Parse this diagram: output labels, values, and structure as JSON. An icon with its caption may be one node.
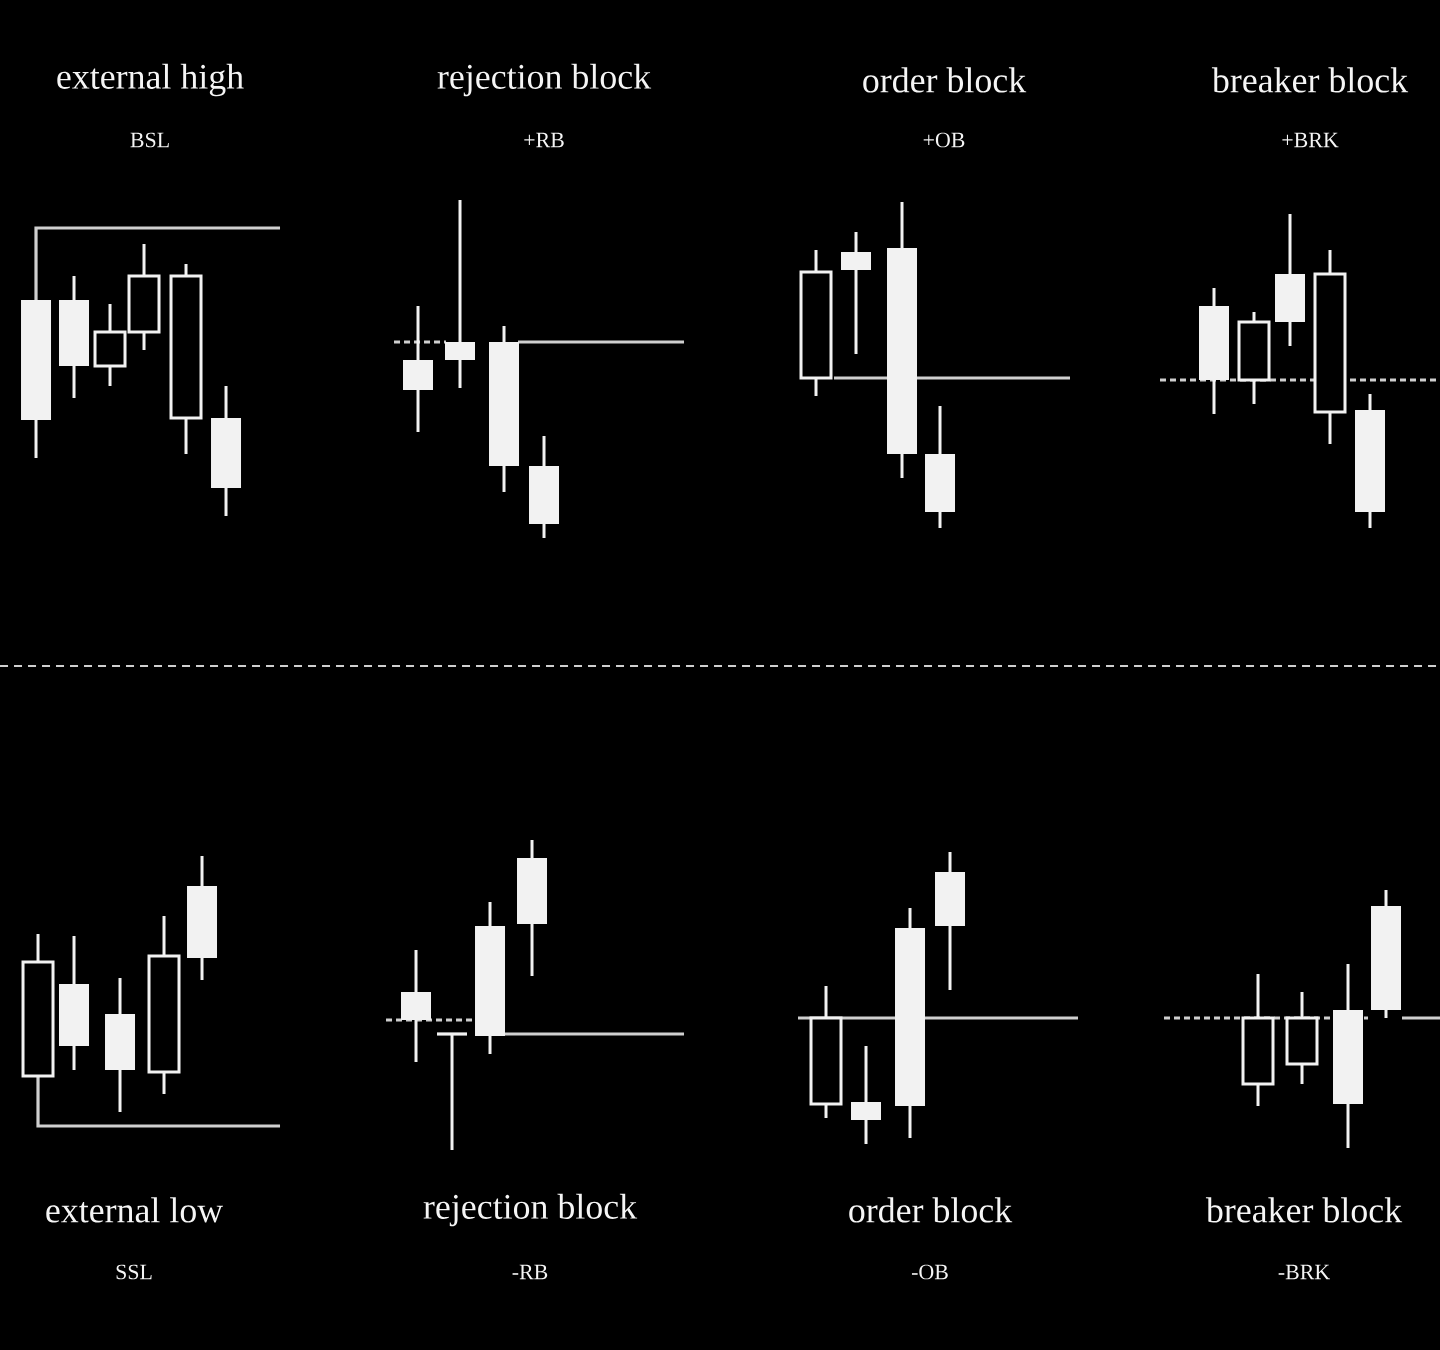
{
  "diagram": {
    "labels": [
      "external high",
      "BSL",
      "rejection block",
      "+RB",
      "order block",
      "+OB",
      "breaker block",
      "+BRK",
      "external low",
      "SSL",
      "rejection block",
      "-RB",
      "order block",
      "-OB",
      "breaker block",
      "-BRK"
    ]
  }
}
